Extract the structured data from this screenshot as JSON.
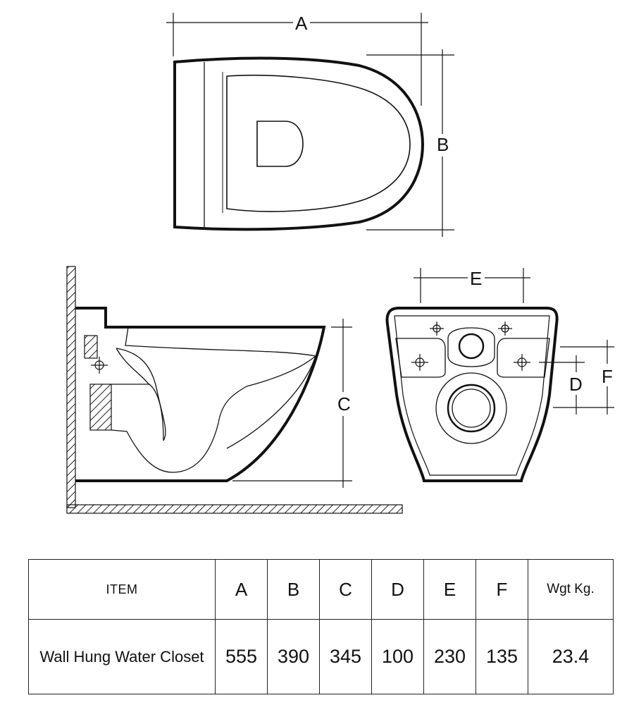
{
  "diagram": {
    "labels": {
      "A": "A",
      "B": "B",
      "C": "C",
      "D": "D",
      "E": "E",
      "F": "F"
    }
  },
  "table": {
    "headers": [
      "ITEM",
      "A",
      "B",
      "C",
      "D",
      "E",
      "F",
      "Wgt Kg."
    ],
    "rows": [
      {
        "item": "Wall Hung Water Closet",
        "A": "555",
        "B": "390",
        "C": "345",
        "D": "100",
        "E": "230",
        "F": "135",
        "wgt": "23.4"
      }
    ]
  }
}
